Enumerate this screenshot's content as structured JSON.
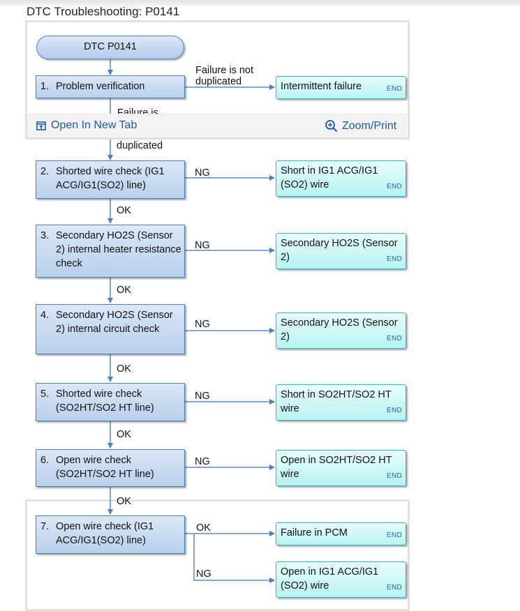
{
  "page": {
    "title": "DTC Troubleshooting: P0141"
  },
  "toolbar": {
    "open_tab": "Open In New Tab",
    "zoom_print": "Zoom/Print"
  },
  "flow": {
    "start": "DTC P0141",
    "steps": [
      {
        "num": "1.",
        "text": "Problem verification"
      },
      {
        "num": "2.",
        "text": "Shorted wire check (IG1 ACG/IG1(SO2) line)"
      },
      {
        "num": "3.",
        "text": "Secondary HO2S (Sensor 2) internal heater resistance check"
      },
      {
        "num": "4.",
        "text": "Secondary HO2S (Sensor 2) internal circuit check"
      },
      {
        "num": "5.",
        "text": "Shorted wire check (SO2HT/SO2 HT line)"
      },
      {
        "num": "6.",
        "text": "Open wire check (SO2HT/SO2 HT line)"
      },
      {
        "num": "7.",
        "text": "Open wire check (IG1 ACG/IG1(SO2) line)"
      }
    ],
    "results": [
      "Intermittent failure",
      "Short in IG1 ACG/IG1 (SO2) wire",
      "Secondary HO2S (Sensor 2)",
      "Secondary HO2S (Sensor 2)",
      "Short in SO2HT/SO2 HT wire",
      "Open in SO2HT/SO2 HT wire",
      "Failure in PCM",
      "Open in IG1 ACG/IG1 (SO2) wire"
    ],
    "end_label": "END",
    "branch_labels": {
      "not_dup_line1": "Failure is not",
      "not_dup_line2": "duplicated",
      "dup_line1": "Failure is",
      "dup_line2": "duplicated",
      "ng": "NG",
      "ok": "OK"
    }
  }
}
